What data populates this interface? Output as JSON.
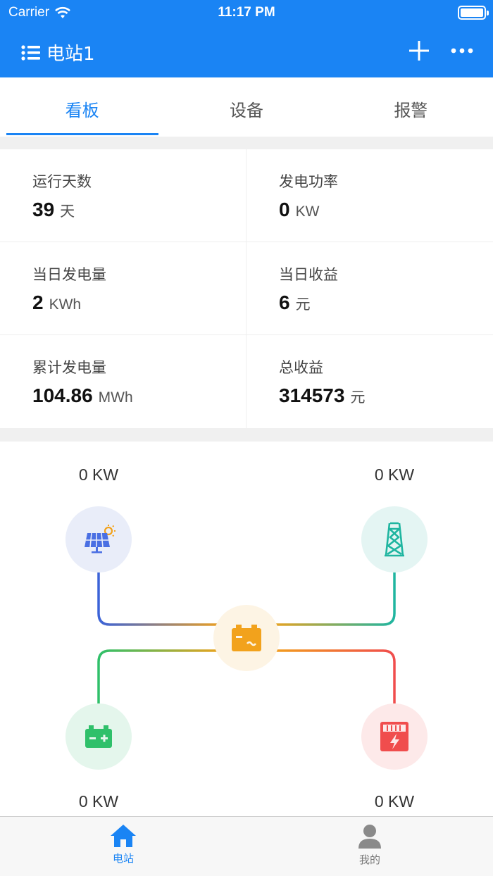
{
  "status_bar": {
    "carrier": "Carrier",
    "time": "11:17 PM"
  },
  "nav": {
    "title": "电站1",
    "list_icon": "list-icon",
    "add_icon": "plus-icon",
    "more_icon": "more-icon"
  },
  "tabs": [
    {
      "label": "看板",
      "active": true
    },
    {
      "label": "设备",
      "active": false
    },
    {
      "label": "报警",
      "active": false
    }
  ],
  "stats": [
    {
      "label": "运行天数",
      "value": "39",
      "unit": "天"
    },
    {
      "label": "发电功率",
      "value": "0",
      "unit": "KW"
    },
    {
      "label": "当日发电量",
      "value": "2",
      "unit": "KWh"
    },
    {
      "label": "当日收益",
      "value": "6",
      "unit": "元"
    },
    {
      "label": "累计发电量",
      "value": "104.86",
      "unit": "MWh"
    },
    {
      "label": "总收益",
      "value": "314573",
      "unit": "元"
    }
  ],
  "flow": {
    "solar": {
      "power": "0 KW",
      "icon": "solar-panel-icon"
    },
    "grid": {
      "power": "0 KW",
      "icon": "power-tower-icon"
    },
    "inverter": {
      "icon": "inverter-icon"
    },
    "battery": {
      "power": "0 KW",
      "icon": "battery-icon"
    },
    "load": {
      "power": "0 KW",
      "icon": "meter-icon"
    }
  },
  "tabbar": [
    {
      "label": "电站",
      "icon": "home-icon",
      "active": true
    },
    {
      "label": "我的",
      "icon": "user-icon",
      "active": false
    }
  ],
  "colors": {
    "brand": "#1a84f4",
    "solar": "#3b63d8",
    "grid": "#1fb5a0",
    "inverter": "#f2a21c",
    "battery": "#2fc06a",
    "load": "#f04d4d"
  }
}
